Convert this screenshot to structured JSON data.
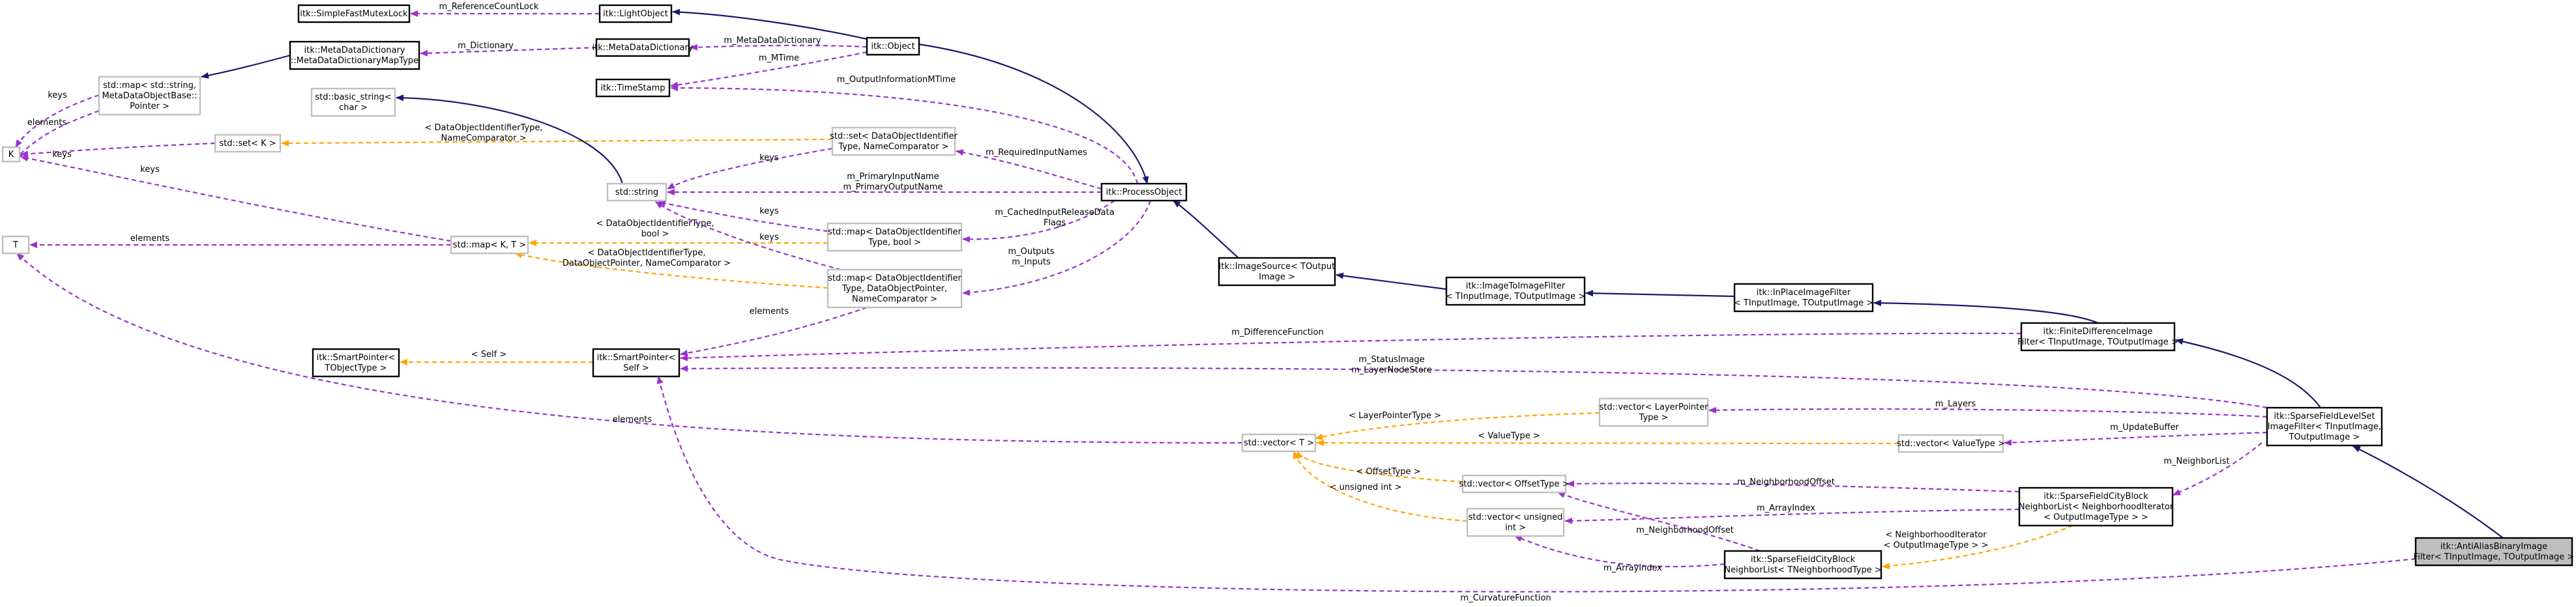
{
  "colors": {
    "inherit": "#191970",
    "usage": "#9a32cd",
    "template": "#ffa500",
    "node_border": "#000000",
    "node_border_soft": "#bfbfbf",
    "highlight_fill": "#bfbfbf"
  },
  "nodes": {
    "simple_fast_mutex_lock": [
      "itk::SimpleFastMutexLock"
    ],
    "light_object": [
      "itk::LightObject"
    ],
    "object": [
      "itk::Object"
    ],
    "meta_data_dictionary": [
      "itk::MetaDataDictionary"
    ],
    "time_stamp": [
      "itk::TimeStamp"
    ],
    "map_meta_data_dictionary_type": [
      "itk::MetaDataDictionary",
      "::MetaDataDictionaryMapType"
    ],
    "std_map_string_meta": [
      "std::map< std::string,",
      "MetaDataObjectBase::",
      "Pointer >"
    ],
    "k": [
      "K"
    ],
    "std_set_k": [
      "std::set< K >"
    ],
    "basic_string": [
      "std::basic_string<",
      "char >"
    ],
    "set_data_object_identifier": [
      "std::set< DataObjectIdentifier",
      "Type, NameComparator >"
    ],
    "std_string": [
      "std::string"
    ],
    "process_object": [
      "itk::ProcessObject"
    ],
    "map_k_t": [
      "std::map< K, T >"
    ],
    "t": [
      "T"
    ],
    "map_identifier_bool": [
      "std::map< DataObjectIdentifier",
      "Type, bool >"
    ],
    "map_identifier_pointer": [
      "std::map< DataObjectIdentifier",
      "Type, DataObjectPointer,",
      "NameComparator >"
    ],
    "image_source": [
      "itk::ImageSource< TOutput",
      "Image >"
    ],
    "image_to_image_filter": [
      "itk::ImageToImageFilter",
      "< TInputImage, TOutputImage >"
    ],
    "in_place_image_filter": [
      "itk::InPlaceImageFilter",
      "< TInputImage, TOutputImage >"
    ],
    "smart_pointer_object_type": [
      "itk::SmartPointer<",
      "TObjectType >"
    ],
    "smart_pointer_self": [
      "itk::SmartPointer<",
      "Self >"
    ],
    "finite_difference_image_filter": [
      "itk::FiniteDifferenceImage",
      "Filter< TInputImage, TOutputImage >"
    ],
    "vector_layer_pointer": [
      "std::vector< LayerPointer",
      "Type >"
    ],
    "vector_t": [
      "std::vector< T >"
    ],
    "vector_value_type": [
      "std::vector< ValueType >"
    ],
    "sparse_field_level_set": [
      "itk::SparseFieldLevelSet",
      "ImageFilter< TInputImage,",
      "TOutputImage >"
    ],
    "vector_offset_type": [
      "std::vector< OffsetType >"
    ],
    "vector_unsigned": [
      "std::vector< unsigned",
      "int >"
    ],
    "sparse_field_city_block_iterator": [
      "itk::SparseFieldCityBlock",
      "NeighborList< NeighborhoodIterator",
      "< OutputImageType > >"
    ],
    "sparse_field_city_block": [
      "itk::SparseFieldCityBlock",
      "NeighborList< TNeighborhoodType >"
    ],
    "anti_alias_binary_image_filter": [
      "itk::AntiAliasBinaryImage",
      "Filter< TInputImage, TOutputImage >"
    ]
  },
  "edges": {
    "m_reference_count_lock": [
      "m_ReferenceCountLock"
    ],
    "m_dictionary": [
      "m_Dictionary"
    ],
    "m_meta_data_dictionary": [
      "m_MetaDataDictionary"
    ],
    "m_mtime": [
      "m_MTime"
    ],
    "keys_map_string": [
      "keys"
    ],
    "elements_map_string": [
      "elements"
    ],
    "keys_set_k": [
      "keys"
    ],
    "identifier_name_comparator": [
      "< DataObjectIdentifierType,",
      "NameComparator >"
    ],
    "m_output_information_mtime": [
      "m_OutputInformationMTime"
    ],
    "keys_set_identifier": [
      "keys"
    ],
    "m_required_input_names": [
      "m_RequiredInputNames"
    ],
    "keys_map_k_t": [
      "keys"
    ],
    "m_primary_names": [
      "m_PrimaryInputName",
      "m_PrimaryOutputName"
    ],
    "keys_map_identifier_bool": [
      "keys"
    ],
    "m_cached_input_release_data_flags": [
      "m_CachedInputReleaseData",
      "Flags"
    ],
    "elements_map_k_t": [
      "elements"
    ],
    "identifier_bool": [
      "< DataObjectIdentifierType,",
      "bool >"
    ],
    "keys_map_identifier_pointer": [
      "keys"
    ],
    "identifier_pointer_comparator": [
      "< DataObjectIdentifierType,",
      "DataObjectPointer, NameComparator >"
    ],
    "m_outputs_inputs": [
      "m_Outputs",
      "m_Inputs"
    ],
    "elements_smart_pointer": [
      "elements"
    ],
    "self_template": [
      "< Self >"
    ],
    "m_difference_function": [
      "m_DifferenceFunction"
    ],
    "m_status_layer": [
      "m_StatusImage",
      "m_LayerNodeStore"
    ],
    "elements_vector_t": [
      "elements"
    ],
    "layer_pointer_type": [
      "< LayerPointerType >"
    ],
    "m_layers": [
      "m_Layers"
    ],
    "value_type": [
      "< ValueType >"
    ],
    "m_update_buffer": [
      "m_UpdateBuffer"
    ],
    "m_neighbor_list": [
      "m_NeighborList"
    ],
    "offset_type": [
      "< OffsetType >"
    ],
    "m_neighborhood_offset_a": [
      "m_NeighborhoodOffset"
    ],
    "unsigned_int": [
      "< unsigned int >"
    ],
    "m_array_index_a": [
      "m_ArrayIndex"
    ],
    "m_neighborhood_offset_b": [
      "m_NeighborhoodOffset"
    ],
    "neighborhood_iterator": [
      "< NeighborhoodIterator",
      "< OutputImageType > >"
    ],
    "m_array_index_b": [
      "m_ArrayIndex"
    ],
    "m_curvature_function": [
      "m_CurvatureFunction"
    ]
  }
}
